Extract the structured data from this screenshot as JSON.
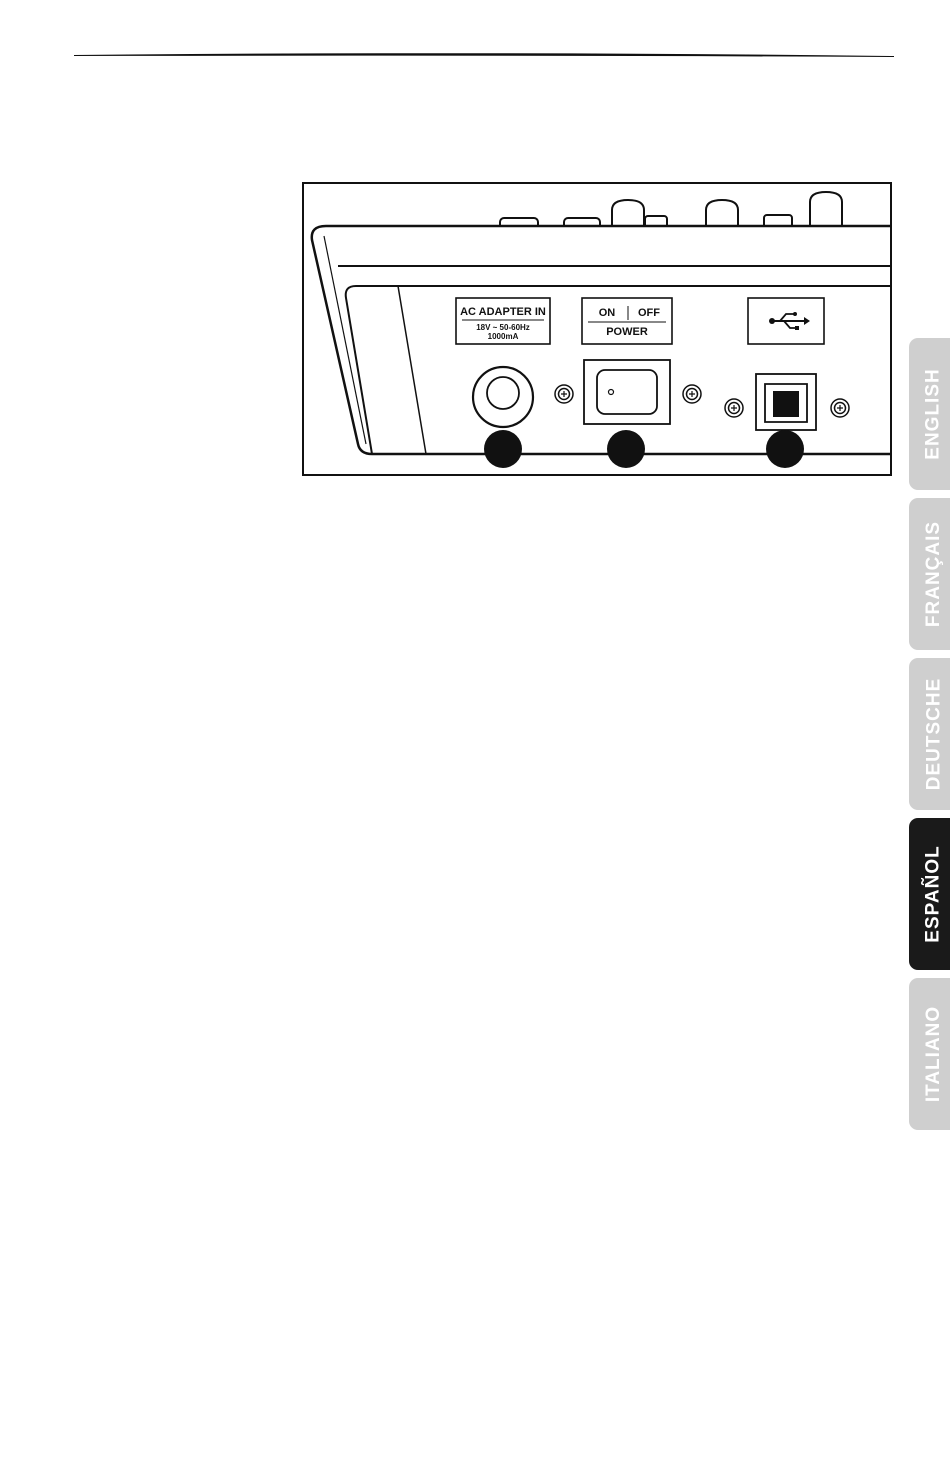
{
  "figure": {
    "panel_labels": {
      "ac_adapter_title": "AC ADAPTER IN",
      "ac_adapter_spec1": "18V ~ 50-60Hz",
      "ac_adapter_spec2": "1000mA",
      "switch_on": "ON",
      "switch_off": "OFF",
      "switch_caption": "POWER"
    },
    "icons": [
      "power-jack-icon",
      "rocker-switch-icon",
      "usb-symbol-icon",
      "usb-b-port-icon",
      "screw-icon"
    ],
    "callouts": 3
  },
  "language_tabs": [
    {
      "label": "ENGLISH",
      "active": false
    },
    {
      "label": "FRANÇAIS",
      "active": false
    },
    {
      "label": "DEUTSCHE",
      "active": false
    },
    {
      "label": "ESPAÑOL",
      "active": true
    },
    {
      "label": "ITALIANO",
      "active": false
    }
  ],
  "colors": {
    "tab_inactive": "#cfcfcf",
    "tab_active": "#1a1a1a",
    "ink": "#111111"
  }
}
